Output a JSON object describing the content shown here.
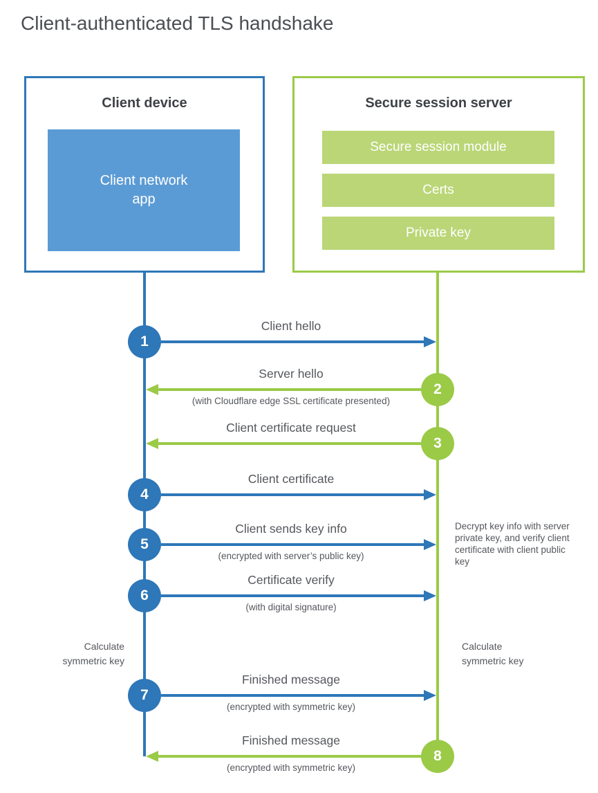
{
  "title": "Client-authenticated TLS handshake",
  "client": {
    "title": "Client device",
    "app": "Client network\napp"
  },
  "server": {
    "title": "Secure session server",
    "modules": [
      "Secure session module",
      "Certs",
      "Private key"
    ]
  },
  "steps": [
    {
      "num": "1",
      "label": "Client hello",
      "sublabel": "",
      "from": "client",
      "to": "server"
    },
    {
      "num": "2",
      "label": "Server hello",
      "sublabel": "(with Cloudflare edge SSL certificate presented)",
      "from": "server",
      "to": "client"
    },
    {
      "num": "3",
      "label": "Client certificate request",
      "sublabel": "",
      "from": "server",
      "to": "client"
    },
    {
      "num": "4",
      "label": "Client certificate",
      "sublabel": "",
      "from": "client",
      "to": "server"
    },
    {
      "num": "5",
      "label": "Client sends key info",
      "sublabel": "(encrypted with server’s public key)",
      "from": "client",
      "to": "server"
    },
    {
      "num": "6",
      "label": "Certificate verify",
      "sublabel": "(with digital signature)",
      "from": "client",
      "to": "server"
    },
    {
      "num": "7",
      "label": "Finished message",
      "sublabel": "(encrypted with symmetric key)",
      "from": "client",
      "to": "server"
    },
    {
      "num": "8",
      "label": "Finished message",
      "sublabel": "(encrypted with symmetric key)",
      "from": "server",
      "to": "client"
    }
  ],
  "notes": {
    "decrypt": "Decrypt key info with server private key, and verify client certificate with client public key",
    "calc_client": "Calculate\nsymmetric key",
    "calc_server": "Calculate\nsymmetric key"
  },
  "colors": {
    "client_blue": "#2e77b8",
    "client_fill": "#5b9bd5",
    "server_green": "#9bca47",
    "server_fill": "#bad677"
  }
}
